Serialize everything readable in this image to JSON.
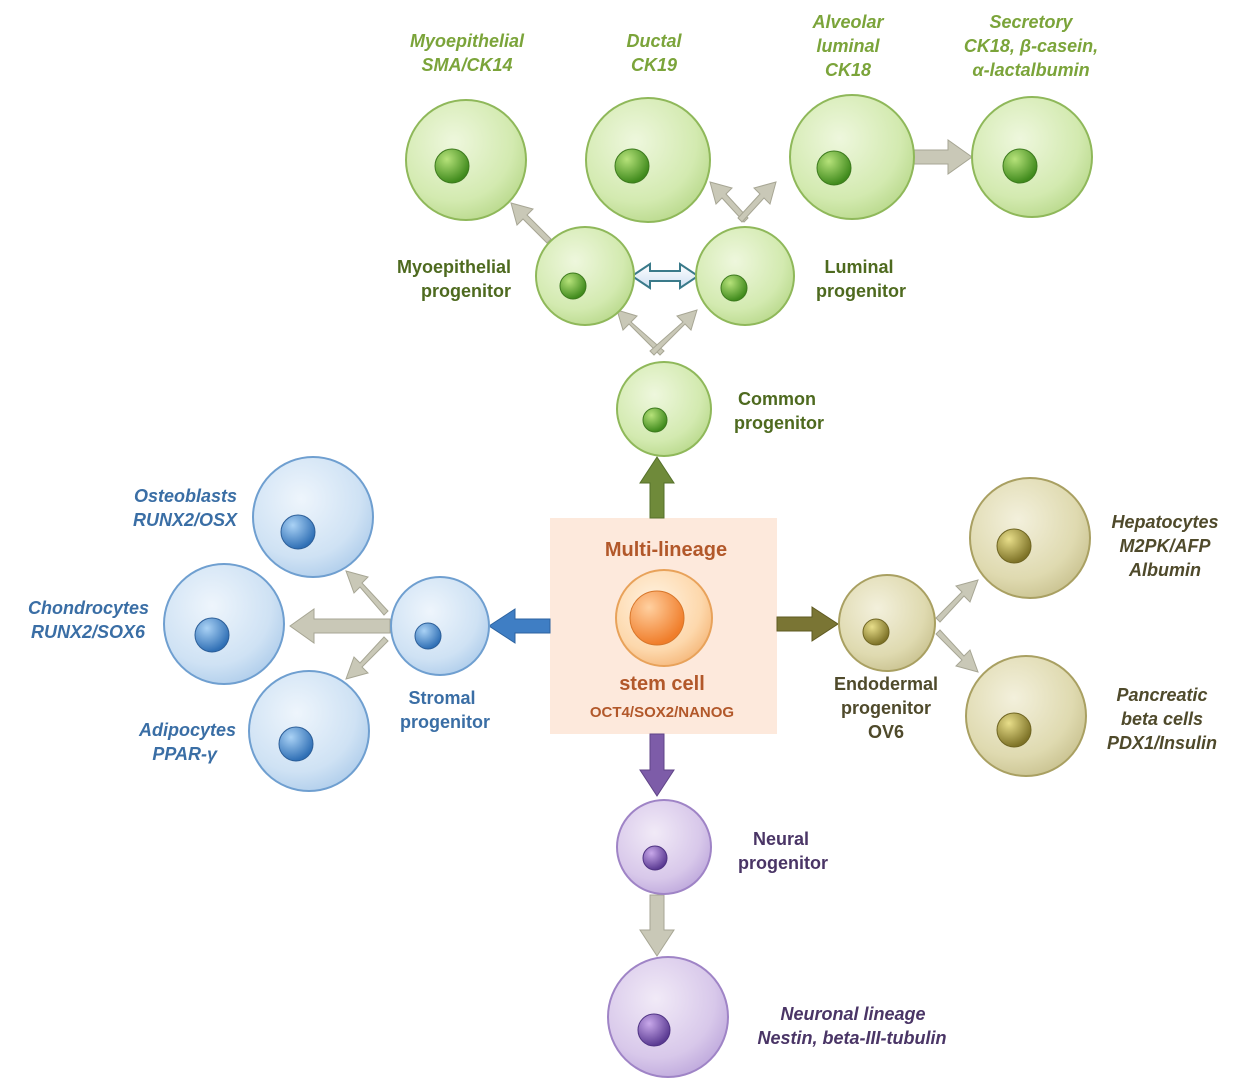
{
  "stem_cell": {
    "title": "Multi-lineage",
    "subtitle": "stem cell",
    "markers": "OCT4/SOX2/NANOG"
  },
  "mammary": {
    "common": [
      "Common",
      "progenitor"
    ],
    "myoepithelial_progenitor": [
      "Myoepithelial",
      "progenitor"
    ],
    "luminal_progenitor": [
      "Luminal",
      "progenitor"
    ],
    "myoepithelial": [
      "Myoepithelial",
      "SMA/CK14"
    ],
    "ductal": [
      "Ductal",
      "CK19"
    ],
    "alveolar": [
      "Alveolar",
      "luminal",
      "CK18"
    ],
    "secretory": [
      "Secretory",
      "CK18, β-casein,",
      "α-lactalbumin"
    ]
  },
  "stromal": {
    "progenitor": [
      "Stromal",
      "progenitor"
    ],
    "osteoblasts": [
      "Osteoblasts",
      "RUNX2/OSX"
    ],
    "chondrocytes": [
      "Chondrocytes",
      "RUNX2/SOX6"
    ],
    "adipocytes": [
      "Adipocytes",
      "PPAR-γ"
    ]
  },
  "endodermal": {
    "progenitor": [
      "Endodermal",
      "progenitor",
      "OV6"
    ],
    "hepatocytes": [
      "Hepatocytes",
      "M2PK/AFP",
      "Albumin"
    ],
    "pancreatic": [
      "Pancreatic",
      "beta cells",
      "PDX1/Insulin"
    ]
  },
  "neural": {
    "progenitor": [
      "Neural",
      "progenitor"
    ],
    "neuronal": [
      "Neuronal lineage",
      "Nestin, beta-III-tubulin"
    ]
  },
  "colors": {
    "green_text_dark": "#4e6a1f",
    "green_text_light": "#7ba43a",
    "blue_text": "#3a6ea5",
    "olive_text": "#4f4a2b",
    "purple_text": "#4a3566",
    "stem_text": "#b2582a",
    "stem_box": "#fde9dc"
  }
}
